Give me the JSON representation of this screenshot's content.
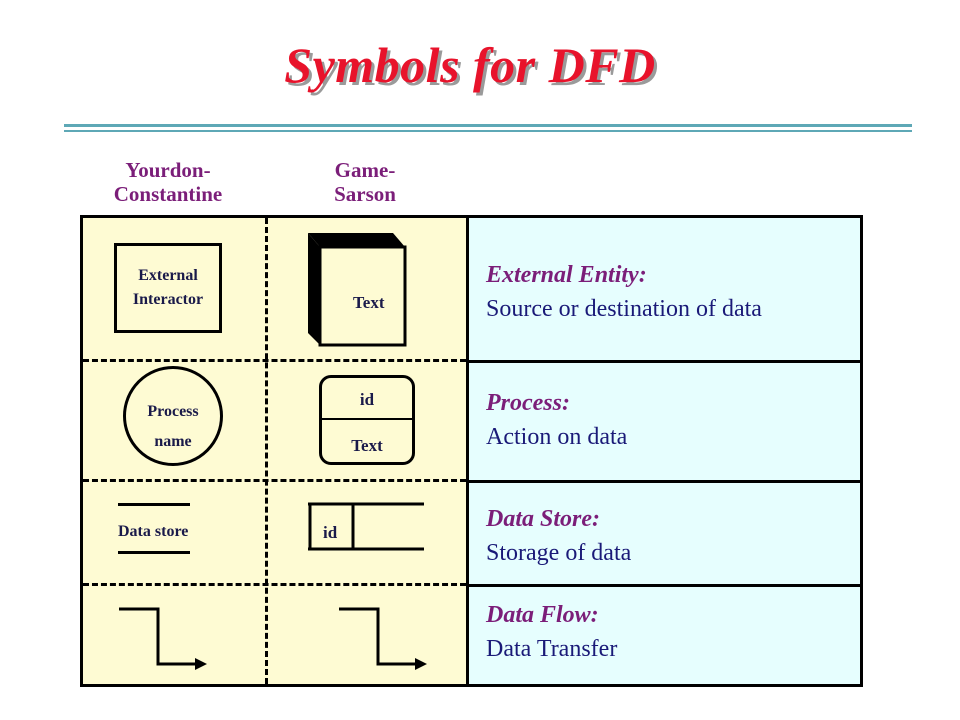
{
  "title": "Symbols for DFD",
  "columns": {
    "yourdon": [
      "Yourdon-",
      "Constantine"
    ],
    "gane": [
      "Game-",
      "Sarson"
    ]
  },
  "rows": [
    {
      "heading": "External Entity:",
      "body": "Source or destination of data",
      "yourdon_symbol": [
        "External",
        "Interactor"
      ],
      "gane_symbol": "Text"
    },
    {
      "heading": "Process:",
      "body": "Action on data",
      "yourdon_symbol": [
        "Process",
        "name"
      ],
      "gane_symbol_id": "id",
      "gane_symbol_text": "Text"
    },
    {
      "heading": "Data Store:",
      "body": "Storage of data",
      "yourdon_symbol": "Data store",
      "gane_symbol_id": "id"
    },
    {
      "heading": "Data Flow:",
      "body": "Data Transfer"
    }
  ],
  "colors": {
    "title": "#e8132b",
    "heading": "#7b1e79",
    "body": "#1a1a78",
    "left_panel": "#fefbd3",
    "right_panel": "#e6fefe",
    "rule": "#5ea8b6"
  }
}
